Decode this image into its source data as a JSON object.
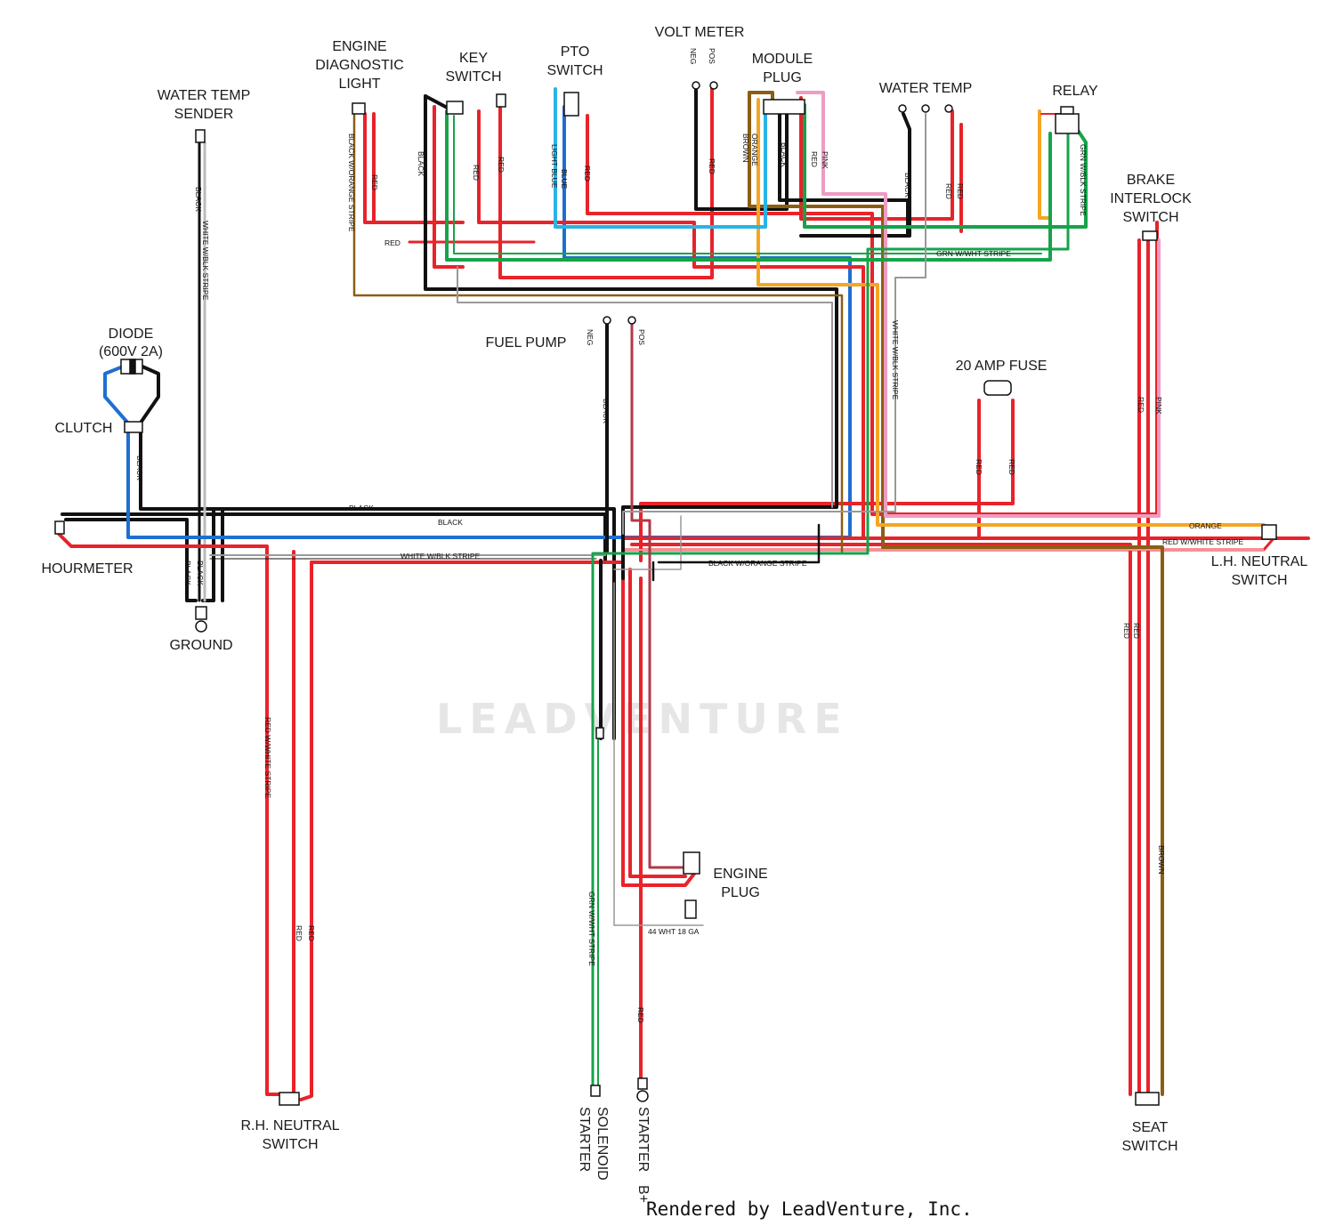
{
  "colors": {
    "red": "#e8232a",
    "black": "#111111",
    "blue": "#1e6fd1",
    "light_blue": "#29b3e6",
    "green": "#16a34a",
    "orange": "#f5a623",
    "brown": "#8b5e14",
    "pink": "#ee9cc4",
    "maroon": "#b03a48",
    "white_wire": "#9a9a9a"
  },
  "components": {
    "water_temp_sender": [
      "WATER TEMP",
      "SENDER"
    ],
    "engine_diagnostic_light": [
      "ENGINE",
      "DIAGNOSTIC",
      "LIGHT"
    ],
    "key_switch": [
      "KEY",
      "SWITCH"
    ],
    "pto_switch": [
      "PTO",
      "SWITCH"
    ],
    "volt_meter": "VOLT METER",
    "module_plug": [
      "MODULE",
      "PLUG"
    ],
    "water_temp": "WATER TEMP",
    "relay": "RELAY",
    "brake_interlock_switch": [
      "BRAKE",
      "INTERLOCK",
      "SWITCH"
    ],
    "diode": [
      "DIODE",
      "(600V 2A)"
    ],
    "clutch": "CLUTCH",
    "fuel_pump": "FUEL PUMP",
    "amp_fuse": "20 AMP FUSE",
    "hourmeter": "HOURMETER",
    "ground": "GROUND",
    "lh_neutral_switch": [
      "L.H. NEUTRAL",
      "SWITCH"
    ],
    "engine_plug": [
      "ENGINE",
      "PLUG"
    ],
    "rh_neutral_switch": [
      "R.H. NEUTRAL",
      "SWITCH"
    ],
    "starter_solenoid": [
      "STARTER",
      "SOLENOID"
    ],
    "starter_b": [
      "STARTER",
      "B+"
    ],
    "seat_switch": [
      "SEAT",
      "SWITCH"
    ]
  },
  "wire_labels": {
    "neg": "NEG",
    "pos": "POS",
    "black": "BLACK",
    "red": "RED",
    "blue": "BLUE",
    "light_blue": "LIGHT BLUE",
    "orange": "ORANGE",
    "brown": "BROWN",
    "pink": "PINK",
    "black_orange_stripe": "BLACK W/ORANGE STRIPE",
    "white_blk_stripe": "WHITE W/BLK STRIPE",
    "grn_wht_stripe": "GRN W/WHT STRIPE",
    "grn_blk_stripe": "GRN W/BLK STRIPE",
    "red_white_stripe": "RED W/WHITE STRIPE",
    "wire_44": "44 WHT 18 GA"
  },
  "watermark": "LEADVENTURE",
  "footer": "Rendered by LeadVenture, Inc."
}
